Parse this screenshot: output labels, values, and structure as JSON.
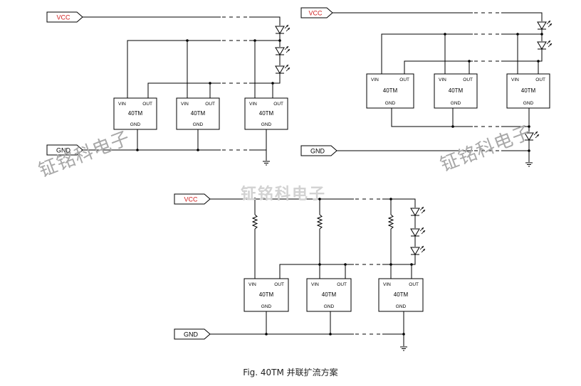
{
  "labels": {
    "vcc": "VCC",
    "gnd": "GND",
    "vin": "VIN",
    "out": "OUT",
    "chip": "40TM",
    "chip_gnd": "GND"
  },
  "watermark": "钲铭科电子",
  "caption": "Fig.  40TM 并联扩流方案",
  "colors": {
    "line": "#000000",
    "vcc_text": "#d02020",
    "watermark": "#a0a0a0"
  }
}
